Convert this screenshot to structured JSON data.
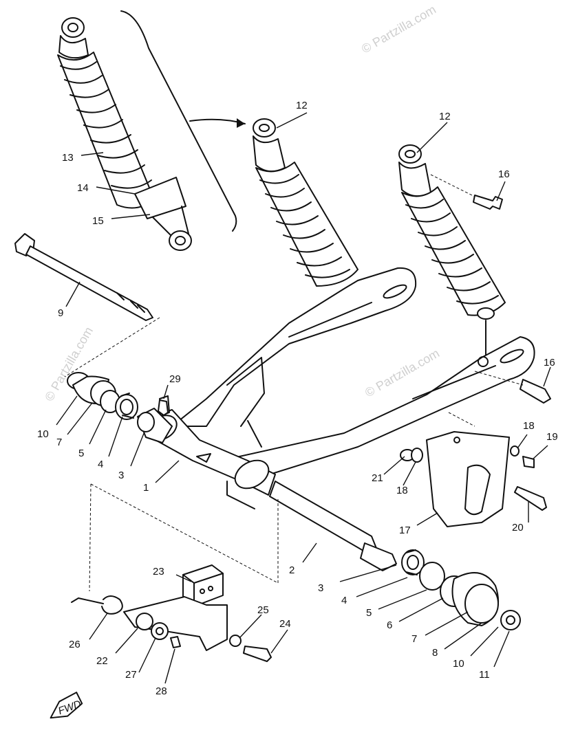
{
  "watermarks": [
    "© Partzilla.com",
    "© Partzilla.com",
    "© Partzilla.com"
  ],
  "fwd_label": "FWD",
  "callouts": [
    "1",
    "2",
    "3",
    "3",
    "4",
    "4",
    "5",
    "5",
    "6",
    "7",
    "7",
    "8",
    "9",
    "10",
    "10",
    "11",
    "12",
    "12",
    "13",
    "14",
    "15",
    "16",
    "16",
    "17",
    "18",
    "18",
    "19",
    "20",
    "21",
    "22",
    "23",
    "24",
    "25",
    "26",
    "27",
    "28",
    "29"
  ]
}
